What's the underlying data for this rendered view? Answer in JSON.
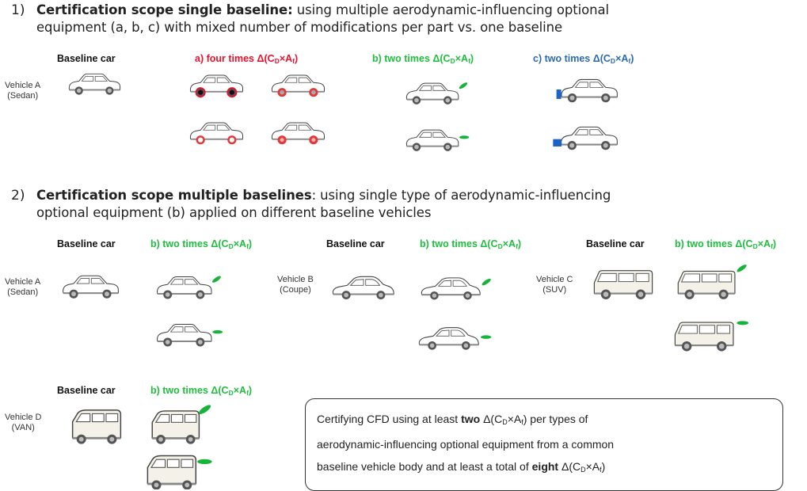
{
  "section1": {
    "number": "1)",
    "title_bold": "Certification scope single baseline:",
    "title_rest": " using multiple aerodynamic-influencing optional",
    "line2": "equipment (a, b, c) with mixed number of modifications per part vs. one baseline",
    "headers": {
      "baseline": "Baseline car",
      "a_prefix": "a) four times",
      "b_prefix": "b) two times",
      "c_prefix": "c) two times"
    },
    "vehicle_a": [
      "Vehicle A",
      "(Sedan)"
    ]
  },
  "section2": {
    "number": "2)",
    "title_bold": "Certification scope multiple baselines",
    "title_rest": ": using single type of aerodynamic-influencing",
    "line2": "optional equipment (b) applied on different baseline vehicles",
    "baseline_label": "Baseline car",
    "b_prefix": "b) two times",
    "vehicles": {
      "a": [
        "Vehicle A",
        "(Sedan)"
      ],
      "b": [
        "Vehicle B",
        "(Coupe)"
      ],
      "c": [
        "Vehicle C",
        "(SUV)"
      ],
      "d": [
        "Vehicle D",
        "(VAN)"
      ]
    }
  },
  "delta_formula": {
    "delta": "Δ(C",
    "sub_d": "D",
    "times": "×A",
    "sub_f": "f",
    "close": ")"
  },
  "note": {
    "line1_pre": "Certifying CFD using at least ",
    "line1_bold": "two",
    "line1_post": " per types of",
    "line2": "aerodynamic-influencing  optional equipment from a common",
    "line3_pre": "baseline vehicle body and at least a total of ",
    "line3_bold": "eight"
  },
  "colors": {
    "red": "#e8112d",
    "green": "#1fbe3e",
    "blue": "#2b6ab0",
    "spoiler_green": "#18b33a",
    "bumper_blue": "#1a63c8"
  }
}
